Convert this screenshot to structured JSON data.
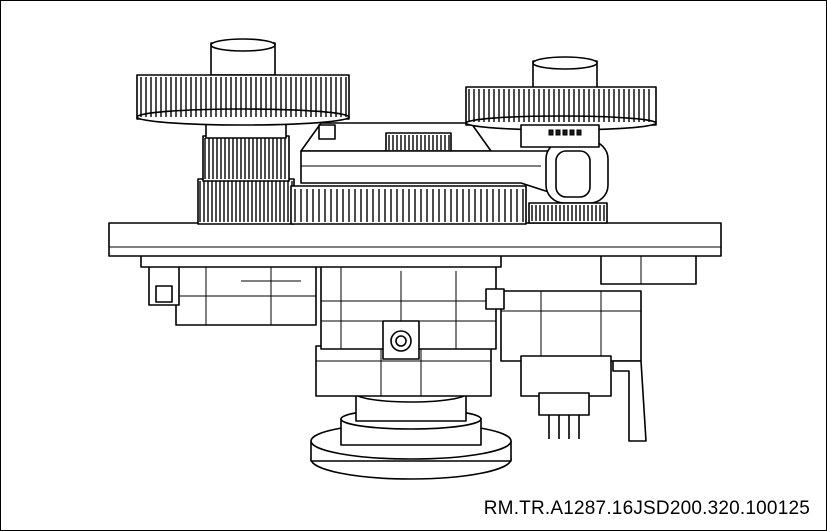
{
  "figure": {
    "reference_code": "RM.TR.A1287.16JSD200.320.100125",
    "colors": {
      "line": "#000000",
      "background": "#ffffff"
    }
  },
  "components": [
    "left-top-gear",
    "right-top-gear",
    "left-gear-stack",
    "center-ring-gear",
    "arm-linkage",
    "base-plate",
    "lower-housing",
    "connector-bracket",
    "bottom-flange"
  ]
}
